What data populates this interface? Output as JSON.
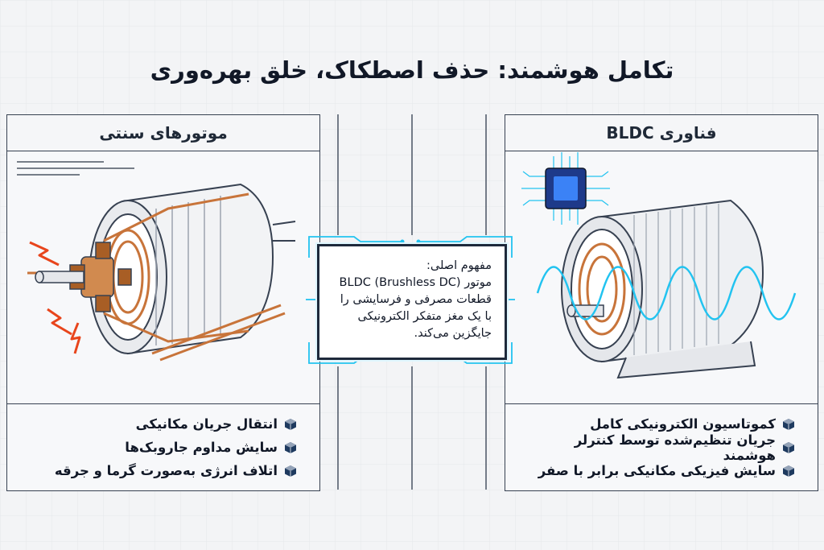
{
  "title": "تکامل هوشمند: حذف اصطکاک، خلق بهره‌وری",
  "left_panel": {
    "header": "موتورهای سنتی",
    "items": [
      "انتقال جریان مکانیکی",
      "سایش مداوم جاروبک‌ها",
      "اتلاف انرژی به‌صورت گرما و جرقه"
    ]
  },
  "right_panel": {
    "header": "فناوری BLDC",
    "items": [
      "کموتاسیون الکترونیکی کامل",
      "جریان تنظیم‌شده توسط کنترلر هوشمند",
      "سایش فیزیکی مکانیکی برابر با صفر"
    ]
  },
  "concept": {
    "lines": [
      "مفهوم اصلی:",
      "موتور BLDC (Brushless DC)",
      "قطعات مصرفی و فرسایشی را",
      "با یک مغز متفکر الکترونیکی",
      "جایگزین می‌کند."
    ]
  },
  "colors": {
    "copper": "#c8743a",
    "accent_cyan": "#22c3f0",
    "spark": "#e8451c",
    "outline": "#374151"
  },
  "icons": {
    "bullet": "cube-icon",
    "chip": "microchip-icon",
    "spark": "spark-icon"
  }
}
